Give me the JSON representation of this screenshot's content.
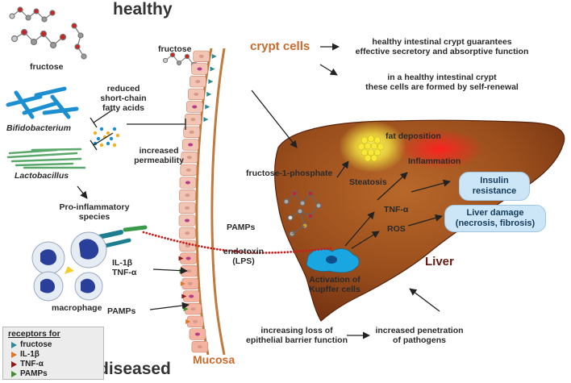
{
  "labels": {
    "healthy": "healthy",
    "diseased": "diseased",
    "fructose_top": "fructose",
    "fructose_side": "fructose",
    "reduced_scfa": "reduced\nshort-chain\nfatty acids",
    "bifidobacterium": "Bifidobacterium",
    "lactobacillus": "Lactobacillus",
    "increased_permeability": "increased\npermeability",
    "pro_inflammatory": "Pro-inflammatory\nspecies",
    "macrophage": "macrophage",
    "il1b_tnfa": "IL-1β\nTNF-α",
    "pamps_left": "PAMPs",
    "pamps_mid": "PAMPs",
    "endotoxin": "endotoxin\n(LPS)",
    "crypt_cells": "crypt cells",
    "crypt_note_1": "healthy intestinal crypt guarantees\neffective secretory and absorptive function",
    "crypt_note_2": "in a healthy intestinal crypt\nthese cells are formed by self-renewal",
    "fat_deposition": "fat deposition",
    "fructose_1_phosphate": "fructose-1-phosphate",
    "steatosis": "Steatosis",
    "inflammation": "Inflammation",
    "insulin_resistance": "Insulin\nresistance",
    "tnf_alpha": "TNF-α",
    "ros": "ROS",
    "liver_damage": "Liver damage\n(necrosis, fibrosis)",
    "liver": "Liver",
    "kupffer": "Activation of\nKupffer cells",
    "mucosa": "Mucosa",
    "loss_barrier": "increasing loss of\nepithelial barrier function",
    "penetration": "increased penetration\nof pathogens"
  },
  "legend": {
    "title": "receptors for",
    "items": [
      {
        "label": "fructose",
        "color": "#2a8a96"
      },
      {
        "label": "IL-1β",
        "color": "#e0762a"
      },
      {
        "label": "TNF-α",
        "color": "#8b1a1a"
      },
      {
        "label": "PAMPs",
        "color": "#3f8f2e"
      }
    ]
  },
  "colors": {
    "liver_dark": "#7a3512",
    "liver_mid": "#a5561f",
    "mucosa_border": "#c07a3e",
    "cell_fill": "#f2c4b4",
    "fat": "#f5e33a",
    "inflammation": "#e8202a",
    "pamps_dots": "#c81e1e",
    "bubble": "#cde6f7",
    "bacteria_blue": "#1c8fd0",
    "bacteria_green": "#5aa86a",
    "kupffer": "#1aa6e0"
  }
}
